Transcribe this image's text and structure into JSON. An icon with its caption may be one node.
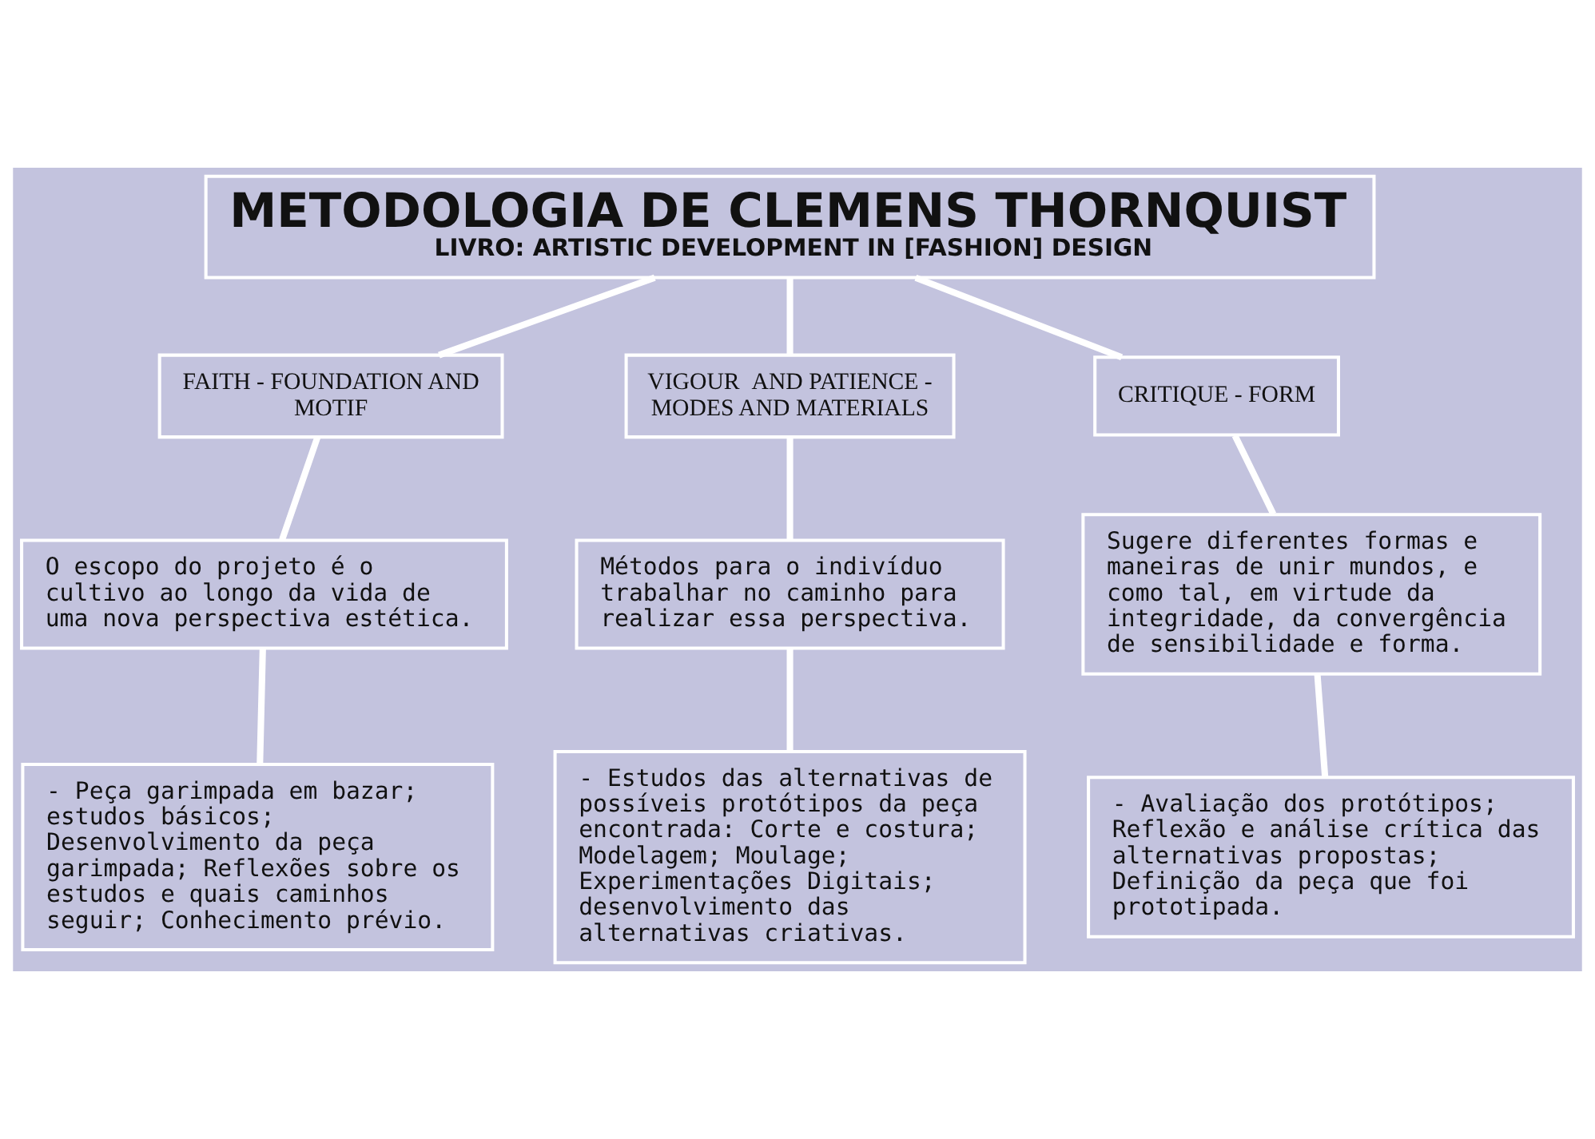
{
  "diagram": {
    "nodes": [
      {
        "text": [
          "METODOLOGIA DE CLEMENS THORNQUIST",
          "LIVRO: ARTISTIC DEVELOPMENT IN [FASHION] DESIGN"
        ]
      },
      {
        "text": [
          "FAITH - FOUNDATION AND MOTIF"
        ]
      },
      {
        "text": [
          "VIGOUR  AND PATIENCE - MODES AND MATERIALS"
        ]
      },
      {
        "text": [
          "CRITIQUE - FORM"
        ]
      },
      {
        "text": [
          "O escopo do projeto é o cultivo ao longo da vida de uma nova perspectiva estética."
        ]
      },
      {
        "text": [
          "Métodos para o indivíduo trabalhar no caminho para realizar essa perspectiva."
        ]
      },
      {
        "text": [
          "Sugere diferentes formas e maneiras de unir mundos, e como tal, em virtude da integridade, da convergência de sensibilidade e forma."
        ]
      },
      {
        "text": [
          "- Peça garimpada em bazar; estudos básicos; Desenvolvimento da peça garimpada; Reflexões sobre os estudos e quais caminhos seguir; Conhecimento prévio."
        ]
      },
      {
        "text": [
          "- Estudos das alternativas de possíveis protótipos da peça encontrada: Corte e costura; Modelagem; Moulage; Experimentações Digitais; desenvolvimento das alternativas criativas."
        ]
      },
      {
        "text": [
          "- Avaliação dos protótipos; Reflexão e análise crítica das alternativas propostas; Definição da peça que foi prototipada."
        ]
      }
    ],
    "edges": [
      {
        "from": 0,
        "to": 1,
        "arrow": "none"
      },
      {
        "from": 0,
        "to": 2,
        "arrow": "none"
      },
      {
        "from": 0,
        "to": 3,
        "arrow": "none"
      },
      {
        "from": 1,
        "to": 4,
        "arrow": "none"
      },
      {
        "from": 2,
        "to": 5,
        "arrow": "none"
      },
      {
        "from": 3,
        "to": 6,
        "arrow": "none"
      },
      {
        "from": 4,
        "to": 7,
        "arrow": "none"
      },
      {
        "from": 5,
        "to": 8,
        "arrow": "none"
      },
      {
        "from": 6,
        "to": 9,
        "arrow": "none"
      }
    ]
  }
}
